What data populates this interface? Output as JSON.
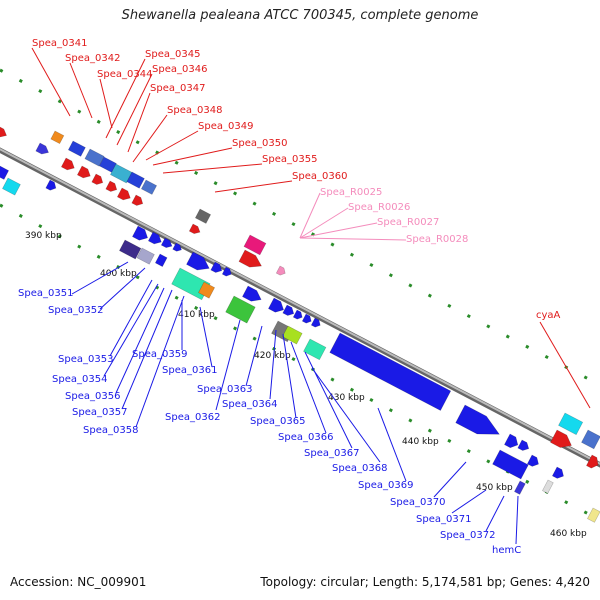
{
  "title": "Shewanella pealeana ATCC 700345, complete genome",
  "footer": {
    "accession": "Accession: NC_009901",
    "summary": "Topology: circular; Length: 5,174,581 bp; Genes: 4,420"
  },
  "colors": {
    "top_label": "#e01b1b",
    "bottom_label": "#1a1ae6",
    "rna_label": "#f48cbc",
    "backbone": "#8a8a8a",
    "tick": "#2a8c2a"
  },
  "scale_labels": [
    "390 kbp",
    "400 kbp",
    "410 kbp",
    "420 kbp",
    "430 kbp",
    "440 kbp",
    "450 kbp",
    "460 kbp"
  ],
  "top_labels": [
    "Spea_0341",
    "Spea_0342",
    "Spea_0344",
    "Spea_0345",
    "Spea_0346",
    "Spea_0347",
    "Spea_0348",
    "Spea_0349",
    "Spea_0350",
    "Spea_0355",
    "Spea_0360",
    "cyaA"
  ],
  "rna_labels": [
    "Spea_R0025",
    "Spea_R0026",
    "Spea_R0027",
    "Spea_R0028"
  ],
  "bottom_labels": [
    "Spea_0351",
    "Spea_0352",
    "Spea_0353",
    "Spea_0354",
    "Spea_0356",
    "Spea_0357",
    "Spea_0358",
    "Spea_0359",
    "Spea_0361",
    "Spea_0362",
    "Spea_0363",
    "Spea_0364",
    "Spea_0365",
    "Spea_0366",
    "Spea_0367",
    "Spea_0368",
    "Spea_0369",
    "Spea_0370",
    "Spea_0371",
    "Spea_0372",
    "hemC"
  ]
}
